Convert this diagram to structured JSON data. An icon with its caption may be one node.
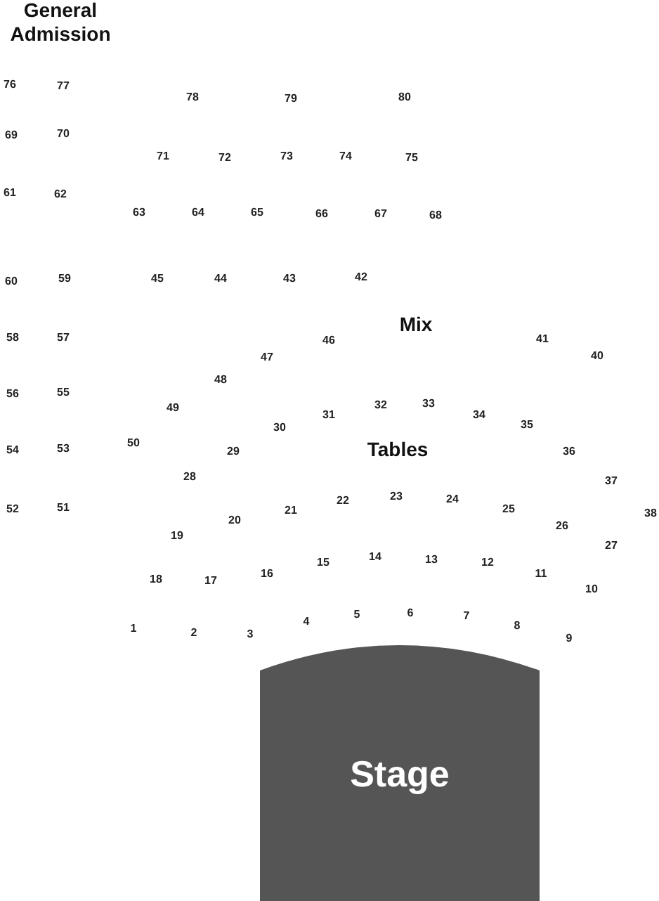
{
  "diagram": {
    "nodes": [
      {
        "text": [
          "Stage"
        ]
      }
    ],
    "labels": [
      "General Admission",
      "Mix",
      "Tables",
      "1",
      "2",
      "3",
      "4",
      "5",
      "6",
      "7",
      "8",
      "9",
      "10",
      "11",
      "12",
      "13",
      "14",
      "15",
      "16",
      "17",
      "18",
      "19",
      "20",
      "21",
      "22",
      "23",
      "24",
      "25",
      "26",
      "27",
      "28",
      "29",
      "30",
      "31",
      "32",
      "33",
      "34",
      "35",
      "36",
      "37",
      "38",
      "40",
      "41",
      "42",
      "43",
      "44",
      "45",
      "46",
      "47",
      "48",
      "49",
      "50",
      "51",
      "52",
      "53",
      "54",
      "55",
      "56",
      "57",
      "58",
      "59",
      "60",
      "61",
      "62",
      "63",
      "64",
      "65",
      "66",
      "67",
      "68",
      "69",
      "70",
      "71",
      "72",
      "73",
      "74",
      "75",
      "76",
      "77",
      "78",
      "79",
      "80"
    ]
  }
}
